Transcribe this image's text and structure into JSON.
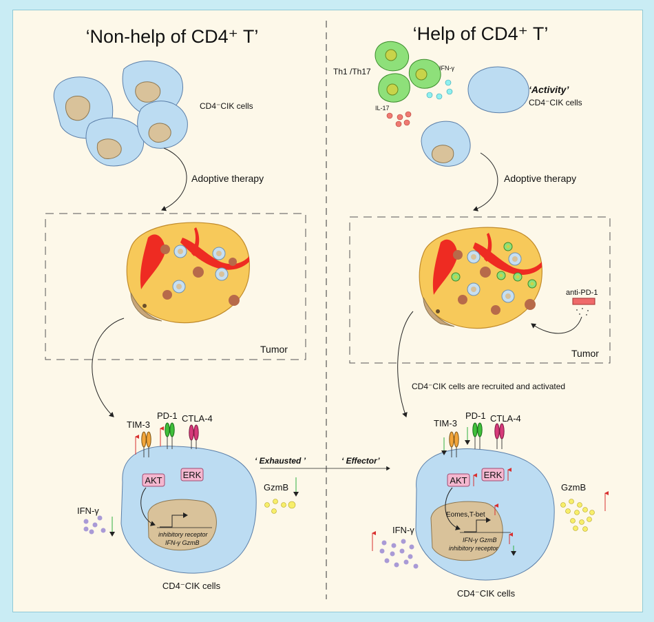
{
  "colors": {
    "background": "#fdf8e9",
    "border": "#c9ecf4",
    "cell_blue": "#bcdcf2",
    "nucleus": "#d9c29a",
    "helper_green": "#8ee07a",
    "ifn_dot": "#a99ad6",
    "gzmb_dot": "#f7ee6a",
    "tumor": "#f7c95a",
    "vessel": "#ee2b22",
    "up_arrow": "#d83030",
    "down_arrow": "#30b040"
  },
  "left_panel": {
    "title": "‘Non-help of CD4⁺ T’",
    "cik_label": "CD4⁻CIK  cells",
    "therapy_label": "Adoptive therapy",
    "tumor_label": "Tumor",
    "markers": {
      "tim3": "TIM-3",
      "pd1": "PD-1",
      "ctla4": "CTLA-4"
    },
    "akt": "AKT",
    "erk": "ERK",
    "ifn": "IFN-γ",
    "gzmb": "GzmB",
    "nucleus_line1": "inhibitory receptor",
    "nucleus_line2": "IFN-γ   GzmB",
    "bottom_label": "CD4⁻CIK  cells"
  },
  "center": {
    "exhausted": "‘ Exhausted ’",
    "effector": "‘ Effector’"
  },
  "right_panel": {
    "title": "‘Help of CD4⁺ T’",
    "th_label": "Th1 /Th17",
    "ifn_small": "IFN-γ",
    "il17": "IL-17",
    "activity": "‘Activity’",
    "cik_label": "CD4⁻CIK  cells",
    "therapy_label": "Adoptive therapy",
    "anti_pd1": "anti-PD-1",
    "tumor_label": "Tumor",
    "recruit_label": "CD4⁻CIK cells are recruited and activated",
    "markers": {
      "tim3": "TIM-3",
      "pd1": "PD-1",
      "ctla4": "CTLA-4"
    },
    "akt": "AKT",
    "erk": "ERK",
    "gzmb": "GzmB",
    "ifn": "IFN-γ",
    "nucleus_top": "Eomes,T-bet",
    "nucleus_line1": "IFN-γ  GzmB",
    "nucleus_line2": "inhibitory receptor",
    "bottom_label": "CD4⁻CIK  cells"
  }
}
